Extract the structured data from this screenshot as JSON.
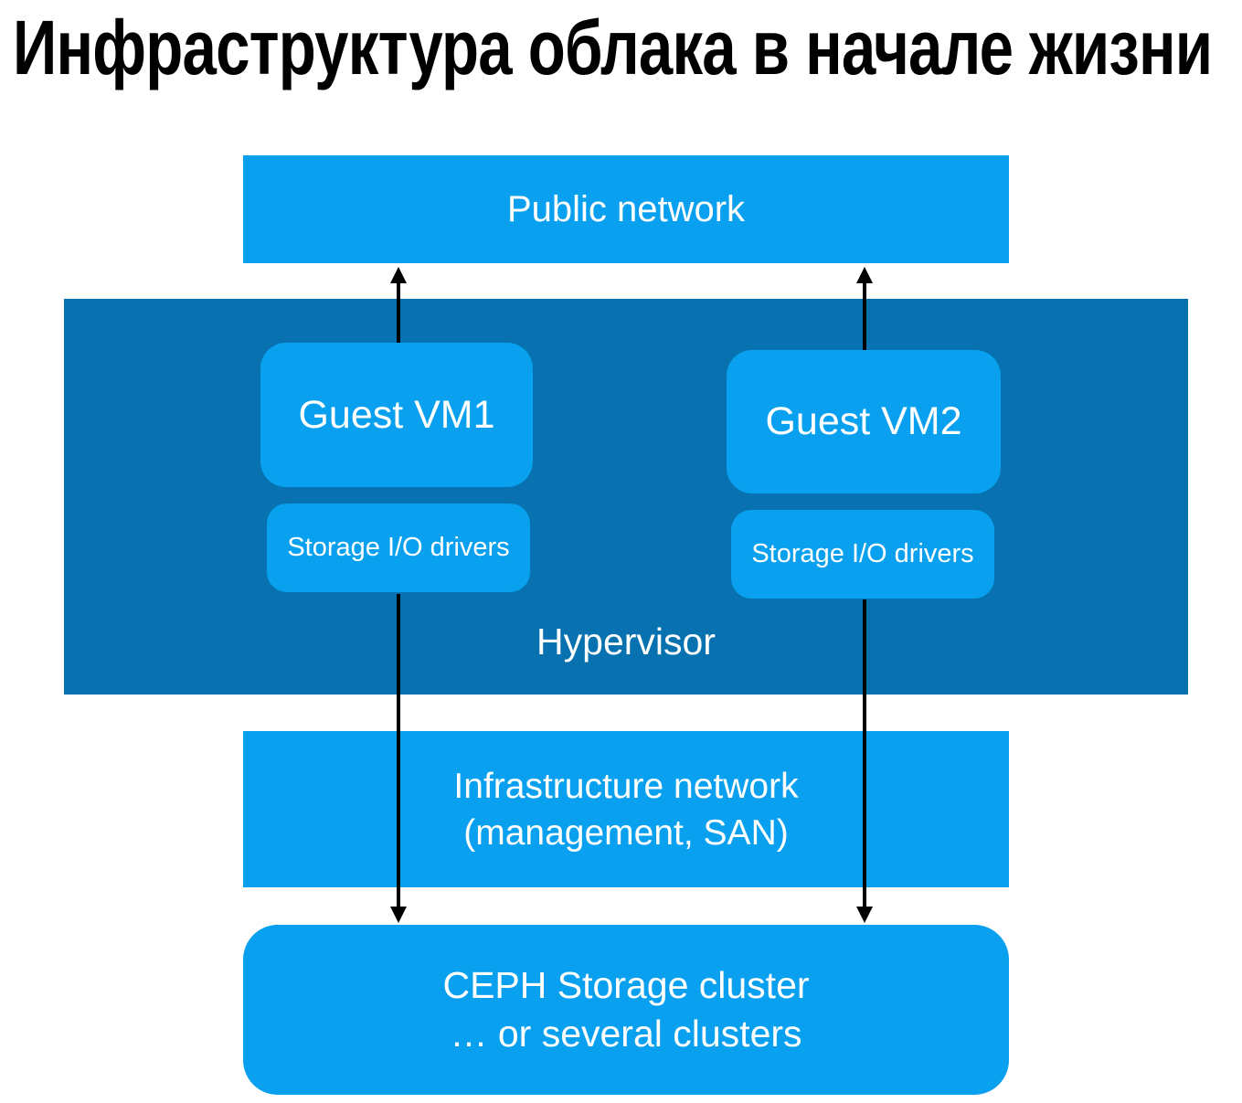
{
  "title": "Инфраструктура облака в начале жизни",
  "colors": {
    "light_blue": "#09A0EF",
    "dark_blue": "#0772AF",
    "text": "#FFFFFF",
    "title_color": "#000000",
    "arrow": "#000000",
    "background": "#FFFFFF"
  },
  "diagram": {
    "public_network": {
      "label": "Public network"
    },
    "hypervisor": {
      "label": "Hypervisor"
    },
    "guest_vm1": {
      "label": "Guest VM1"
    },
    "guest_vm2": {
      "label": "Guest VM2"
    },
    "storage_io_vm1": {
      "label": "Storage I/O drivers"
    },
    "storage_io_vm2": {
      "label": "Storage I/O drivers"
    },
    "infrastructure_network": {
      "line1": "Infrastructure network",
      "line2": "(management, SAN)"
    },
    "ceph": {
      "line1": "CEPH Storage cluster",
      "line2": "… or several clusters"
    }
  },
  "arrows": [
    {
      "name": "guest-vm1-to-public-network",
      "direction": "up"
    },
    {
      "name": "guest-vm2-to-public-network",
      "direction": "up"
    },
    {
      "name": "storage-io-vm1-to-ceph",
      "direction": "down"
    },
    {
      "name": "storage-io-vm2-to-ceph",
      "direction": "down"
    }
  ]
}
